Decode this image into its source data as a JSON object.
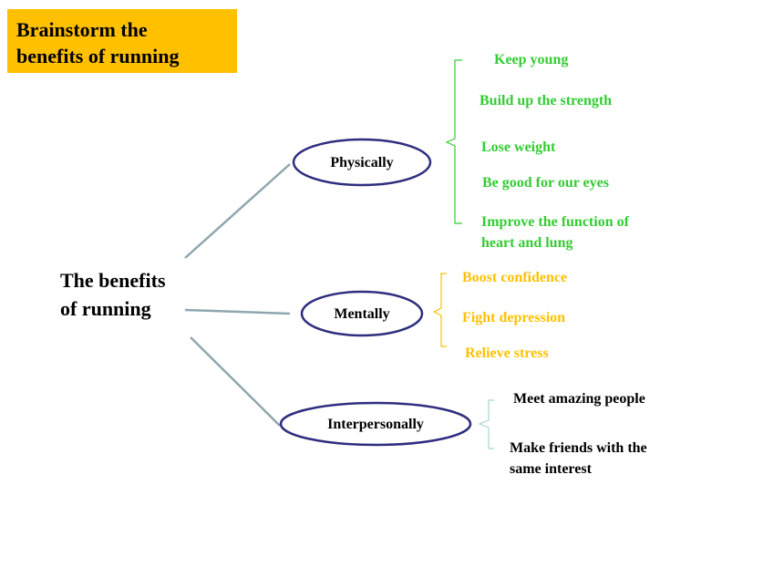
{
  "title": {
    "line1": "Brainstorm the",
    "line2": "benefits of running"
  },
  "root": {
    "line1": "The benefits",
    "line2": "of running"
  },
  "colors": {
    "title_bg": "#ffc000",
    "connector": "#8ea7ad",
    "ellipse_stroke": "#2e2e7f",
    "physical": "#33cc33",
    "mental": "#ffc000",
    "interpersonal": "#000000",
    "brace_interpersonal": "#a9d3d3"
  },
  "branches": {
    "physical": {
      "label": "Physically",
      "items": [
        "Keep young",
        "Build up the strength",
        "Lose weight",
        "Be good for our eyes",
        "Improve the function of",
        "heart and lung"
      ]
    },
    "mental": {
      "label": "Mentally",
      "items": [
        "Boost confidence",
        "Fight depression",
        "Relieve stress"
      ]
    },
    "interpersonal": {
      "label": "Interpersonally",
      "items": [
        "Meet amazing people",
        "Make friends with the",
        "same interest"
      ]
    }
  }
}
